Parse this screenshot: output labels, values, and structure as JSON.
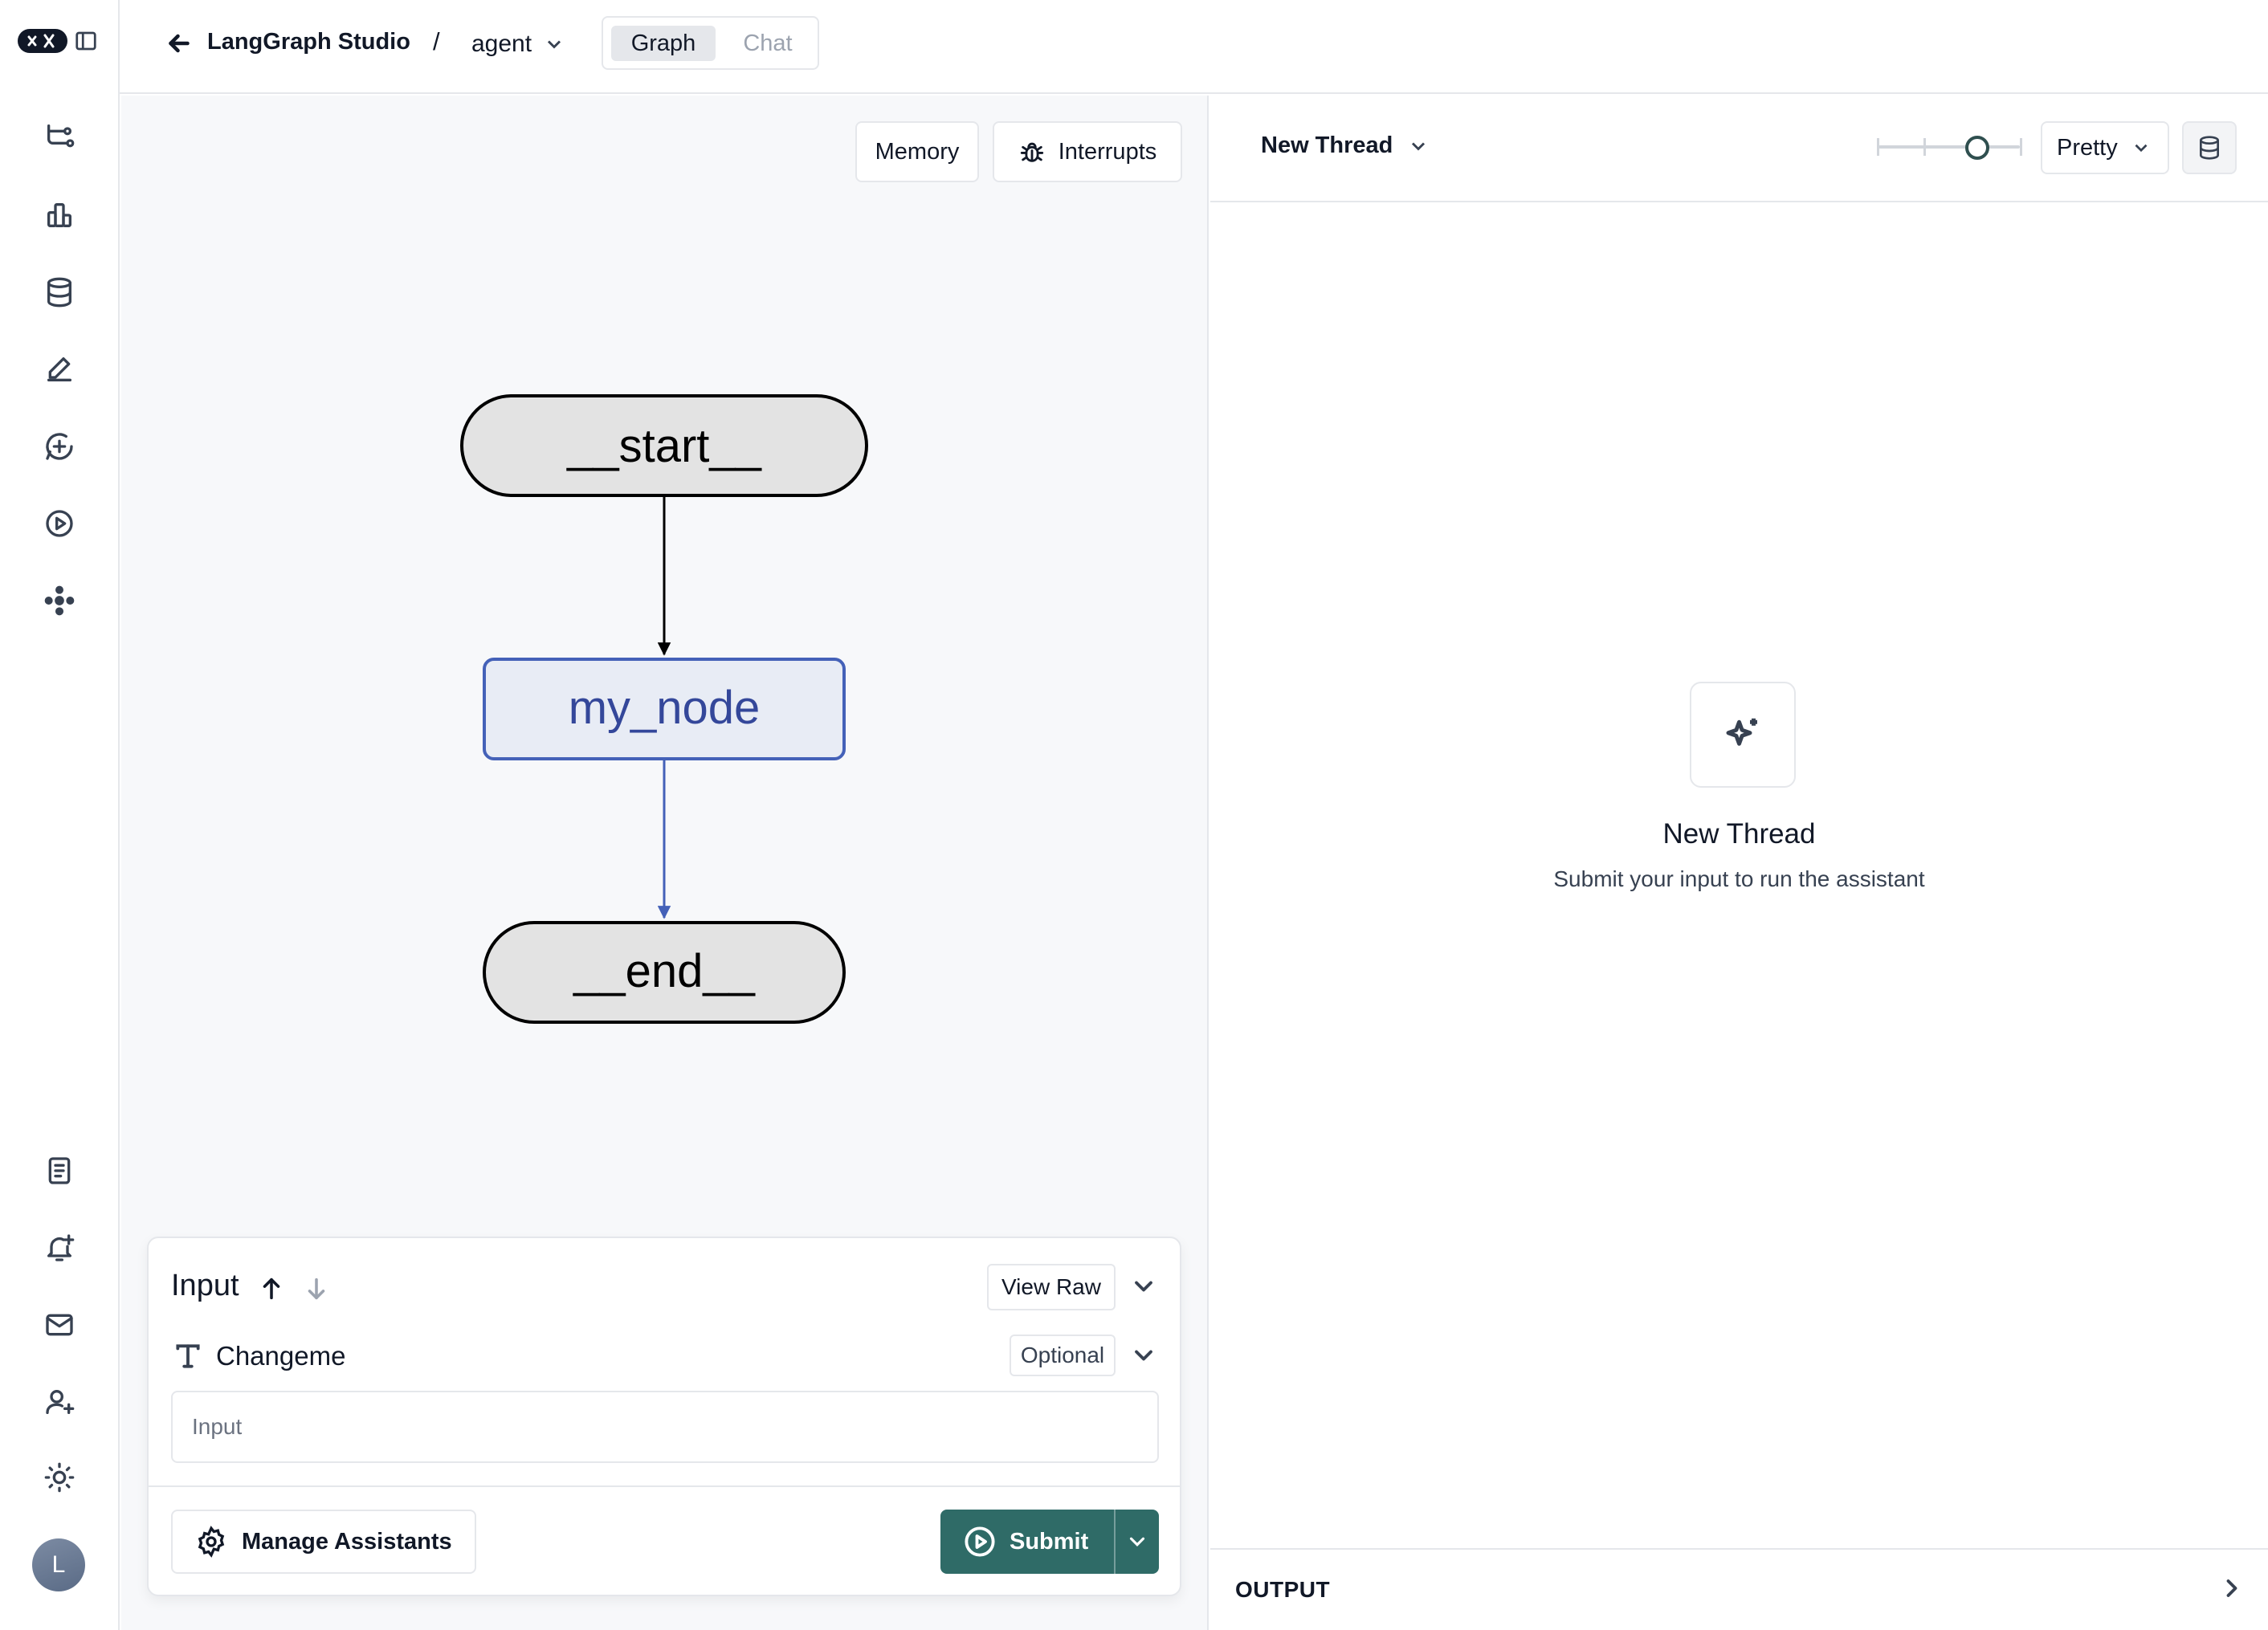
{
  "app": {
    "title": "LangGraph Studio",
    "breadcrumb_separator": "/"
  },
  "graph_select": {
    "value": "agent"
  },
  "view_tabs": [
    {
      "label": "Graph",
      "active": true
    },
    {
      "label": "Chat",
      "active": false
    }
  ],
  "rail": {
    "logo_icon": "langchain-logo",
    "items": [
      {
        "icon": "graph-tree-icon"
      },
      {
        "icon": "bar-chart-icon"
      },
      {
        "icon": "database-icon"
      },
      {
        "icon": "pencil-icon"
      },
      {
        "icon": "message-plus-icon"
      },
      {
        "icon": "play-circle-icon"
      },
      {
        "icon": "deployments-icon"
      }
    ],
    "bottom_items": [
      {
        "icon": "document-icon"
      },
      {
        "icon": "bell-plus-icon"
      },
      {
        "icon": "mail-icon"
      },
      {
        "icon": "user-plus-icon"
      },
      {
        "icon": "sun-icon"
      }
    ],
    "avatar_initial": "L"
  },
  "toolbar": {
    "memory_label": "Memory",
    "interrupts_label": "Interrupts"
  },
  "graph": {
    "nodes": [
      {
        "id": "start",
        "label": "__start__"
      },
      {
        "id": "my_node",
        "label": "my_node"
      },
      {
        "id": "end",
        "label": "__end__"
      }
    ],
    "edges": [
      {
        "from": "__start__",
        "to": "my_node"
      },
      {
        "from": "my_node",
        "to": "__end__"
      }
    ],
    "colors": {
      "node_fill": "#e3e3e3",
      "active_node_fill": "#e8ecf5",
      "active_stroke": "#4461b8"
    }
  },
  "input_panel": {
    "title": "Input",
    "view_raw_label": "View Raw",
    "field": {
      "name": "Changeme",
      "badge": "Optional",
      "placeholder": "Input",
      "value": ""
    },
    "manage_label": "Manage Assistants",
    "submit_label": "Submit"
  },
  "thread": {
    "selector_label": "New Thread",
    "format_value": "Pretty",
    "empty_title": "New Thread",
    "empty_subtitle": "Submit your input to run the assistant",
    "output_label": "OUTPUT"
  },
  "colors": {
    "accent": "#2f6b67",
    "border": "#e5e7eb",
    "canvas_bg": "#f7f8fa"
  }
}
